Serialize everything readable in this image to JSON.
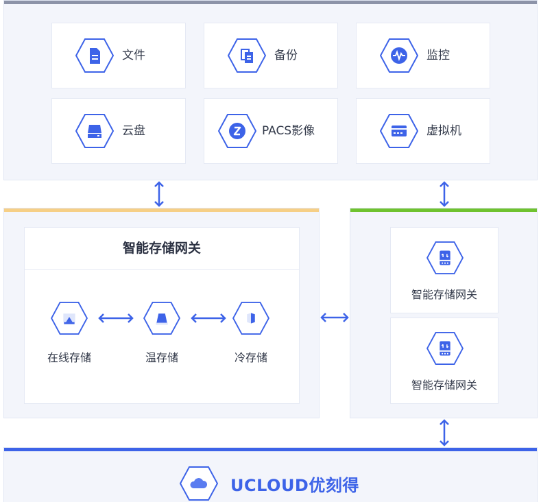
{
  "services": [
    {
      "label": "文件",
      "icon": "file-icon"
    },
    {
      "label": "备份",
      "icon": "backup-icon"
    },
    {
      "label": "监控",
      "icon": "monitor-icon"
    },
    {
      "label": "云盘",
      "icon": "cloud-disk-icon"
    },
    {
      "label": "PACS影像",
      "icon": "pacs-icon"
    },
    {
      "label": "虚拟机",
      "icon": "vm-icon"
    }
  ],
  "gateway": {
    "title": "智能存储网关",
    "tiers": [
      {
        "label": "在线存储",
        "icon": "online-storage-icon"
      },
      {
        "label": "温存储",
        "icon": "warm-storage-icon"
      },
      {
        "label": "冷存储",
        "icon": "cold-storage-icon"
      }
    ]
  },
  "gateway_nodes": [
    {
      "label": "智能存储网关",
      "icon": "gateway-device-icon"
    },
    {
      "label": "智能存储网关",
      "icon": "gateway-device-icon"
    }
  ],
  "brand": {
    "name": "UCLOUD优刻得",
    "icon": "cloud-icon"
  },
  "colors": {
    "accent": "#3d63e8",
    "bar_top": "#8c93a8",
    "bar_left": "#f6cf86",
    "bar_right": "#6fc22f",
    "bar_bottom": "#3d63e8",
    "panel_bg": "#f3f5fb"
  }
}
